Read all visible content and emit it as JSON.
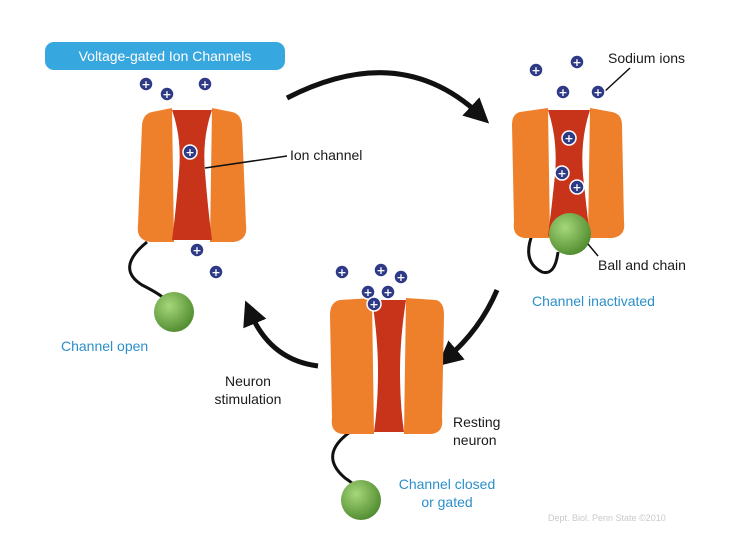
{
  "title": "Voltage-gated Ion Channels",
  "labels": {
    "ion_channel": "Ion channel",
    "sodium_ions": "Sodium ions",
    "ball_and_chain": "Ball and chain",
    "channel_inactivated": "Channel inactivated",
    "channel_open": "Channel open",
    "neuron_stimulation": [
      "Neuron",
      "stimulation"
    ],
    "resting_neuron": [
      "Resting",
      "neuron"
    ],
    "channel_closed": [
      "Channel closed",
      "or gated"
    ]
  },
  "credit": "Dept. Biol. Penn State ©2010",
  "ion_sign": "+",
  "colors": {
    "channel_outer": "#ee7f2b",
    "channel_inner": "#c8341a",
    "ball": "#6aa843",
    "ion": "#2e3a86",
    "title_bg": "#37a7df",
    "caption_blue": "#2b8fca"
  }
}
